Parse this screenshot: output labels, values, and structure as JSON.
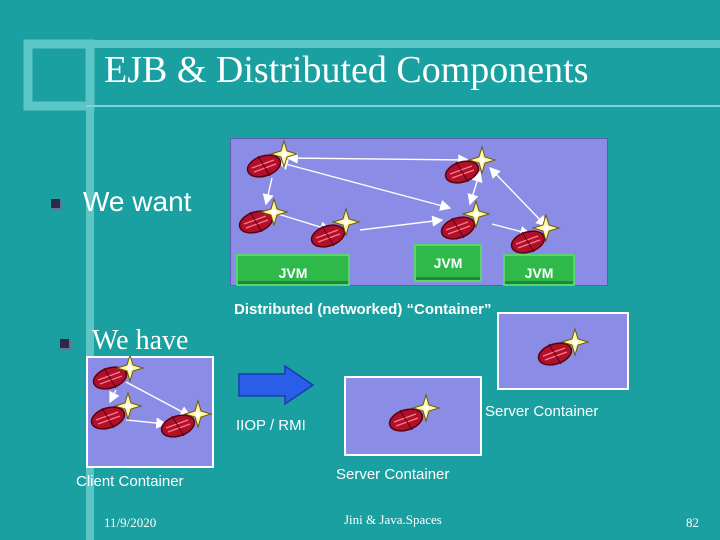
{
  "slide": {
    "title": "EJB & Distributed Components",
    "bullets": [
      {
        "text": "We want"
      },
      {
        "text": "We have"
      }
    ],
    "jvm_labels": [
      "JVM",
      "JVM",
      "JVM"
    ],
    "distributed_label": "Distributed (networked) “Container”",
    "iiop_label": "IIOP / RMI",
    "client_container_label": "Client Container",
    "server_container_label_right": "Server Container",
    "server_container_label_bottom": "Server Container",
    "footer": {
      "date": "11/9/2020",
      "center": "Jini & Java.Spaces",
      "page": "82"
    }
  },
  "colors": {
    "background": "#1aa0a0",
    "panel": "#8a8ce6",
    "jvm": "#2fb94a",
    "arrow": "#2a5ee8",
    "bean": "#b0102a"
  }
}
